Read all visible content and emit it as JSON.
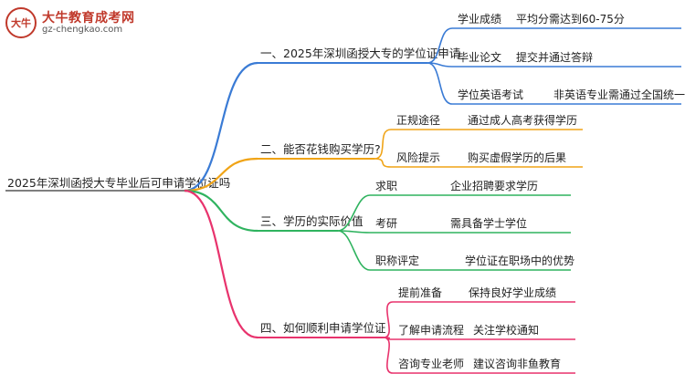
{
  "logo": {
    "mark_text": "大牛",
    "title": "大牛教育成考网",
    "url": "gz-chengkao.com"
  },
  "mindmap": {
    "root": "2025年深圳函授大专毕业后可申请学位证吗",
    "branches": [
      {
        "label": "一、2025年深圳函授大专的学位证申请",
        "color": "#3a7bd5",
        "children": [
          {
            "label": "学业成绩",
            "detail": "平均分需达到60-75分"
          },
          {
            "label": "毕业论文",
            "detail": "提交并通过答辩"
          },
          {
            "label": "学位英语考试",
            "detail": "非英语专业需通过全国统一考试"
          }
        ]
      },
      {
        "label": "二、能否花钱购买学历?",
        "color": "#f0a417",
        "children": [
          {
            "label": "正规途径",
            "detail": "通过成人高考获得学历"
          },
          {
            "label": "风险提示",
            "detail": "购买虚假学历的后果"
          }
        ]
      },
      {
        "label": "三、学历的实际价值",
        "color": "#2fb35f",
        "children": [
          {
            "label": "求职",
            "detail": "企业招聘要求学历"
          },
          {
            "label": "考研",
            "detail": "需具备学士学位"
          },
          {
            "label": "职称评定",
            "detail": "学位证在职场中的优势"
          }
        ]
      },
      {
        "label": "四、如何顺利申请学位证",
        "color": "#e8336d",
        "children": [
          {
            "label": "提前准备",
            "detail": "保持良好学业成绩"
          },
          {
            "label": "了解申请流程",
            "detail": "关注学校通知"
          },
          {
            "label": "咨询专业老师",
            "detail": "建议咨询非鱼教育"
          }
        ]
      }
    ]
  }
}
